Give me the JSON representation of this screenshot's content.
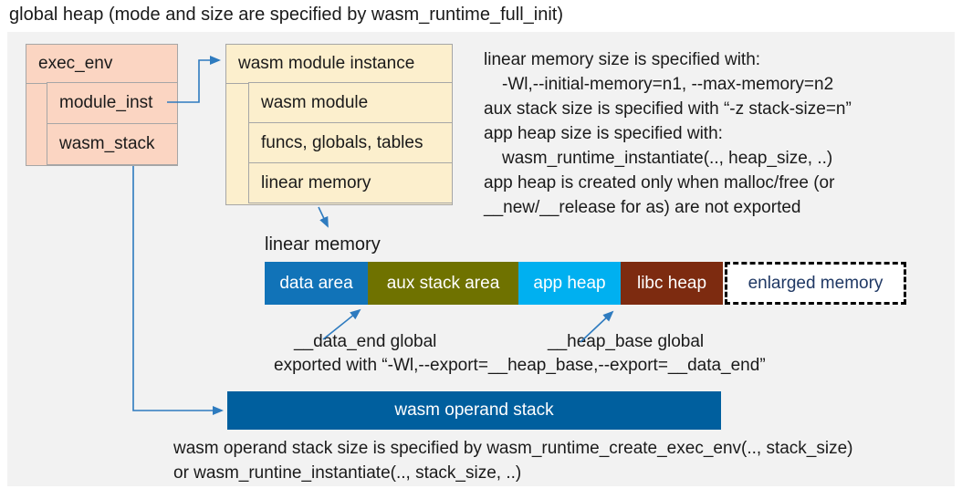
{
  "title": "global heap (mode and size are specified by wasm_runtime_full_init)",
  "exec_env": {
    "title": "exec_env",
    "rows": [
      "module_inst",
      "wasm_stack"
    ]
  },
  "module_instance": {
    "title": "wasm module instance",
    "rows": [
      "wasm module",
      "funcs, globals, tables",
      "linear memory"
    ]
  },
  "size_notes": {
    "lines": [
      "linear memory size is specified with:",
      "-Wl,--initial-memory=n1, --max-memory=n2",
      "aux stack size is specified with “-z stack-size=n”",
      "app heap size is specified with:",
      "wasm_runtime_instantiate(.., heap_size, ..)",
      "app heap is created only when malloc/free (or",
      "__new/__release for as) are not exported"
    ]
  },
  "linear_memory": {
    "label": "linear memory",
    "segments": [
      {
        "label": "data area",
        "color": "#1173b8"
      },
      {
        "label": "aux stack area",
        "color": "#6f7200"
      },
      {
        "label": "app heap",
        "color": "#00b0f0"
      },
      {
        "label": "libc heap",
        "color": "#7d2b10"
      }
    ],
    "enlarged": {
      "label": "enlarged memory",
      "text_color": "#1f3864"
    }
  },
  "globals": {
    "data_end": "__data_end global",
    "heap_base": "__heap_base global",
    "exported": "exported with “-Wl,--export=__heap_base,--export=__data_end”"
  },
  "operand_stack": {
    "label": "wasm operand stack",
    "color": "#005f9e",
    "notes": [
      "wasm operand stack size is specified by wasm_runtime_create_exec_env(.., stack_size)",
      "or wasm_runtine_instantiate(.., stack_size, ..)"
    ]
  },
  "colors": {
    "panel_bg": "#f2f2f2",
    "box_pink": "#fbd5c2",
    "box_cream": "#fcefcd",
    "border_gray": "#a6a6a6",
    "arrow_blue": "#2e7bbf",
    "enlarged_border": "#000000",
    "text": "#1a1a1a"
  }
}
